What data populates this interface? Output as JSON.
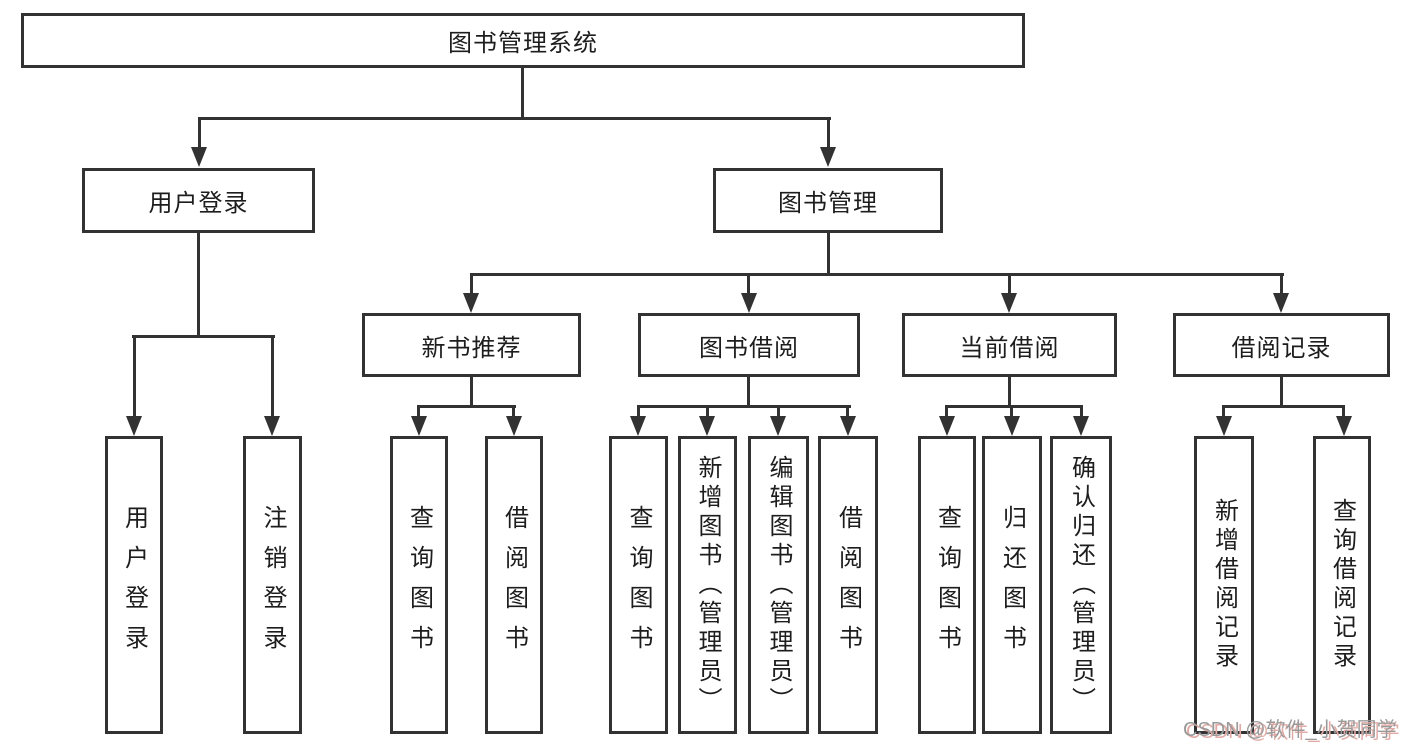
{
  "diagram_title": "图书管理系统",
  "tree": {
    "root": {
      "label": "图书管理系统"
    },
    "branches": [
      {
        "label": "用户登录",
        "children": [
          {
            "label": "用户登录"
          },
          {
            "label": "注销登录"
          }
        ]
      },
      {
        "label": "图书管理",
        "sections": [
          {
            "label": "新书推荐",
            "children": [
              {
                "label": "查询图书"
              },
              {
                "label": "借阅图书"
              }
            ]
          },
          {
            "label": "图书借阅",
            "children": [
              {
                "label": "查询图书"
              },
              {
                "label": "新增图书（管理员）"
              },
              {
                "label": "编辑图书（管理员）"
              },
              {
                "label": "借阅图书"
              }
            ]
          },
          {
            "label": "当前借阅",
            "children": [
              {
                "label": "查询图书"
              },
              {
                "label": "归还图书"
              },
              {
                "label": "确认归还（管理员）"
              }
            ]
          },
          {
            "label": "借阅记录",
            "children": [
              {
                "label": "新增借阅记录"
              },
              {
                "label": "查询借阅记录"
              }
            ]
          }
        ]
      }
    ]
  },
  "watermark": {
    "text": "CSDN @软件_小贺同学"
  },
  "colors": {
    "line": "#323232",
    "box_border": "#323232",
    "text": "#1d1d1d",
    "background": "#ffffff",
    "watermark_gray": "#9a9a9a",
    "watermark_shadow": "#e2aaa5"
  }
}
